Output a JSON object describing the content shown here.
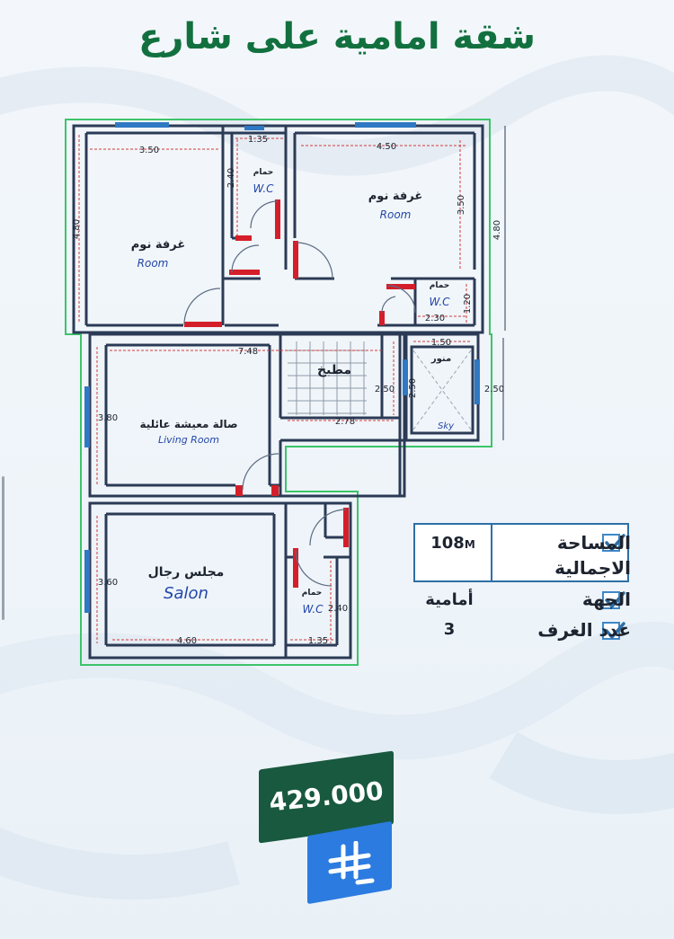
{
  "title": "شقة امامية على شارع",
  "plan": {
    "rooms": {
      "bedroom1_ar": "غرفة نوم",
      "bedroom1_en": "Room",
      "bedroom2_ar": "غرفة نوم",
      "bedroom2_en": "Room",
      "wc1_ar": "حمام",
      "wc1_en": "W.C",
      "wc2_ar": "حمام",
      "wc2_en": "W.C",
      "wc3_ar": "حمام",
      "wc3_en": "W.C",
      "kitchen_ar": "مطبخ",
      "sky_ar": "منور",
      "sky_en": "Sky",
      "living_ar": "صالة معيشة عائلية",
      "living_en": "Living Room",
      "salon_ar": "مجلس رجال",
      "salon_en": "Salon"
    },
    "dims": {
      "d_3_50_top": "3.50",
      "d_1_35_top": "1.35",
      "d_4_50": "4.50",
      "d_2_40_wc": "2.40",
      "d_4_80_left": "4.80",
      "d_3_50_right": "3.50",
      "d_4_80_right": "4.80",
      "d_2_30": "2.30",
      "d_1_20": "1.20",
      "d_7_48": "7.48",
      "d_1_50": "1.50",
      "d_2_50_k": "2.50",
      "d_2_50_s": "2.50",
      "d_2_50_r": "2.50",
      "d_2_78": "2.78",
      "d_3_80": "3.80",
      "d_3_60": "3.60",
      "d_2_40_b": "2.40",
      "d_4_60": "4.60",
      "d_1_35_b": "1.35"
    }
  },
  "info": {
    "area_label": "المساحة",
    "area_label2": "الاجمالية",
    "area_value": "108",
    "area_unit": "M",
    "direction_label": "الجهة",
    "direction_value": "أمامية",
    "rooms_label": "عدد الغرف",
    "rooms_value": "3"
  },
  "price": {
    "value": "429.000"
  },
  "colors": {
    "brand_green": "#12703f",
    "price_bg": "#18593f",
    "currency_bg": "#2c7be0",
    "wall": "#2b3a55",
    "dimension": "#d23a3a",
    "outline": "#3cc46a",
    "window": "#2f78c4"
  }
}
